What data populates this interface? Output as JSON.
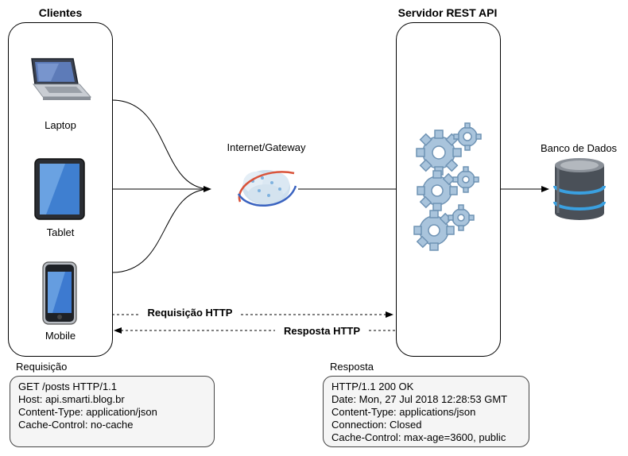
{
  "clients": {
    "title": "Clientes",
    "devices": [
      {
        "label": "Laptop",
        "icon": "laptop-icon"
      },
      {
        "label": "Tablet",
        "icon": "tablet-icon"
      },
      {
        "label": "Mobile",
        "icon": "mobile-icon"
      }
    ]
  },
  "gateway": {
    "label": "Internet/Gateway",
    "icon": "cloud-network-icon"
  },
  "server": {
    "title": "Servidor REST API",
    "icon": "gears-icon"
  },
  "database": {
    "label": "Banco de Dados",
    "icon": "database-icon"
  },
  "flows": {
    "request_label": "Requisição HTTP",
    "response_label": "Resposta HTTP"
  },
  "request": {
    "title": "Requisição",
    "lines": [
      "GET /posts HTTP/1.1",
      "Host: api.smarti.blog.br",
      "Content-Type: application/json",
      "Cache-Control: no-cache"
    ]
  },
  "response": {
    "title": "Resposta",
    "lines": [
      "HTTP/1.1 200 OK",
      "Date: Mon, 27 Jul 2018 12:28:53 GMT",
      "Content-Type: applications/json",
      "Connection: Closed",
      "Cache-Control: max-age=3600, public"
    ]
  },
  "colors": {
    "gear": "#a9c4dc",
    "gear_dark": "#5f84a6",
    "db_body": "#4a5058",
    "db_ring": "#3aa0e0"
  }
}
